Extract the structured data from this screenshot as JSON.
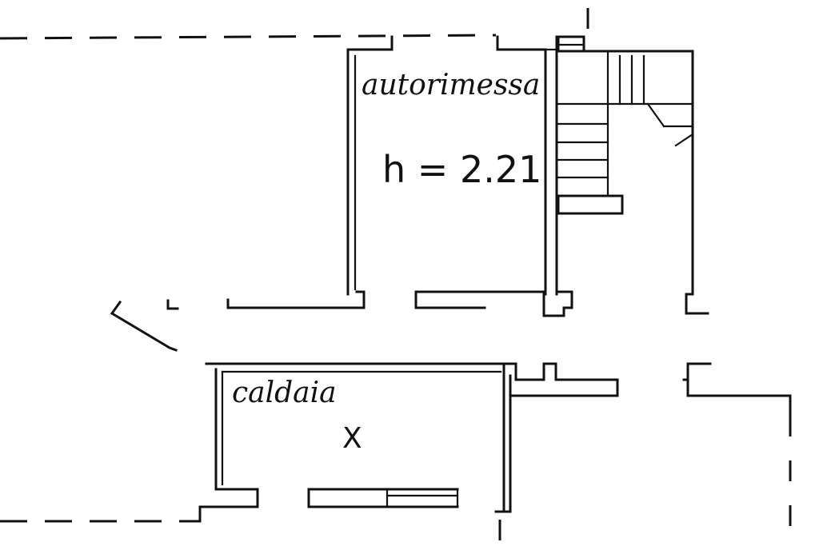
{
  "rooms": {
    "garage": {
      "name": "autorimessa",
      "height_label": "h = 2.21"
    },
    "boiler": {
      "name": "caldaia",
      "mark": "X"
    }
  },
  "colors": {
    "ink": "#111111",
    "paper": "#ffffff"
  }
}
